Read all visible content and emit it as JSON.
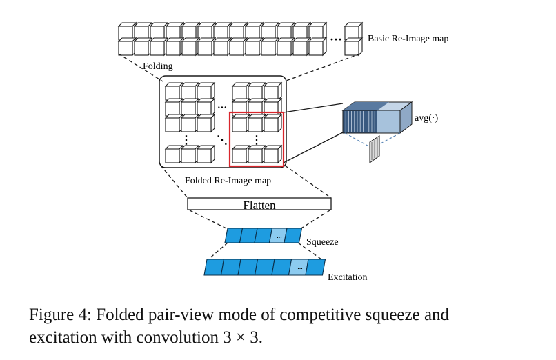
{
  "figure": {
    "labels": {
      "basic_map": "Basic Re-Image map",
      "folding": "Folding",
      "folded_map": "Folded Re-Image map",
      "avg": "avg(·)",
      "flatten": "Flatten",
      "squeeze": "Squeeze",
      "excitation": "Excitation",
      "ellipsis_h": "···",
      "ellipsis_v": "⋮",
      "ellipsis_d": "⋱",
      "vector_dots": "..."
    },
    "colors": {
      "stroke": "#1a1a1a",
      "highlight": "#d9262c",
      "vector_fill": "#1e9ce0",
      "vector_stroke": "#0b2f4a",
      "cube_front": "#a7c2dc",
      "cube_side": "#6f8fb2",
      "cube_slices": "#3a5a80"
    }
  },
  "caption": {
    "line1": "Figure 4: Folded pair-view mode of competitive squeeze and",
    "line2": "excitation with convolution 3 × 3."
  }
}
